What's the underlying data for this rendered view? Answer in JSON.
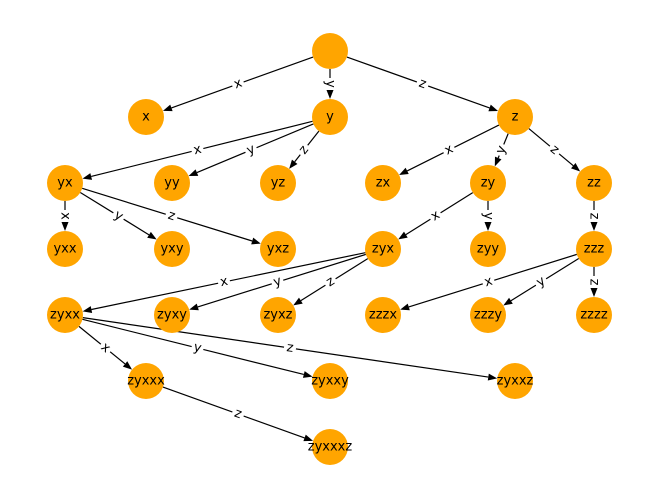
{
  "graph": {
    "node_color": "#ffa500",
    "edge_color": "#000000",
    "nodes": [
      {
        "id": "root",
        "label": ""
      },
      {
        "id": "x",
        "label": "x"
      },
      {
        "id": "y",
        "label": "y"
      },
      {
        "id": "z",
        "label": "z"
      },
      {
        "id": "yx",
        "label": "yx"
      },
      {
        "id": "yy",
        "label": "yy"
      },
      {
        "id": "yz",
        "label": "yz"
      },
      {
        "id": "zx",
        "label": "zx"
      },
      {
        "id": "zy",
        "label": "zy"
      },
      {
        "id": "zz",
        "label": "zz"
      },
      {
        "id": "yxx",
        "label": "yxx"
      },
      {
        "id": "yxy",
        "label": "yxy"
      },
      {
        "id": "yxz",
        "label": "yxz"
      },
      {
        "id": "zyx",
        "label": "zyx"
      },
      {
        "id": "zyy",
        "label": "zyy"
      },
      {
        "id": "zzz",
        "label": "zzz"
      },
      {
        "id": "zyxx",
        "label": "zyxx"
      },
      {
        "id": "zyxy",
        "label": "zyxy"
      },
      {
        "id": "zyxz",
        "label": "zyxz"
      },
      {
        "id": "zzzx",
        "label": "zzzx"
      },
      {
        "id": "zzzy",
        "label": "zzzy"
      },
      {
        "id": "zzzz",
        "label": "zzzz"
      },
      {
        "id": "zyxxx",
        "label": "zyxxx"
      },
      {
        "id": "zyxxy",
        "label": "zyxxy"
      },
      {
        "id": "zyxxz",
        "label": "zyxxz"
      },
      {
        "id": "zyxxxz",
        "label": "zyxxxz"
      }
    ],
    "edges": [
      {
        "from": "root",
        "to": "x",
        "label": "x"
      },
      {
        "from": "root",
        "to": "y",
        "label": "y"
      },
      {
        "from": "root",
        "to": "z",
        "label": "z"
      },
      {
        "from": "y",
        "to": "yx",
        "label": "x"
      },
      {
        "from": "y",
        "to": "yy",
        "label": "y"
      },
      {
        "from": "y",
        "to": "yz",
        "label": "z"
      },
      {
        "from": "z",
        "to": "zx",
        "label": "x"
      },
      {
        "from": "z",
        "to": "zy",
        "label": "y"
      },
      {
        "from": "z",
        "to": "zz",
        "label": "z"
      },
      {
        "from": "yx",
        "to": "yxx",
        "label": "x"
      },
      {
        "from": "yx",
        "to": "yxy",
        "label": "y"
      },
      {
        "from": "yx",
        "to": "yxz",
        "label": "z"
      },
      {
        "from": "zy",
        "to": "zyx",
        "label": "x"
      },
      {
        "from": "zy",
        "to": "zyy",
        "label": "y"
      },
      {
        "from": "zz",
        "to": "zzz",
        "label": "z"
      },
      {
        "from": "zyx",
        "to": "zyxx",
        "label": "x"
      },
      {
        "from": "zyx",
        "to": "zyxy",
        "label": "y"
      },
      {
        "from": "zyx",
        "to": "zyxz",
        "label": "z"
      },
      {
        "from": "zzz",
        "to": "zzzx",
        "label": "x"
      },
      {
        "from": "zzz",
        "to": "zzzy",
        "label": "y"
      },
      {
        "from": "zzz",
        "to": "zzzz",
        "label": "z"
      },
      {
        "from": "zyxx",
        "to": "zyxxx",
        "label": "x"
      },
      {
        "from": "zyxx",
        "to": "zyxxy",
        "label": "y"
      },
      {
        "from": "zyxx",
        "to": "zyxxz",
        "label": "z"
      },
      {
        "from": "zyxxx",
        "to": "zyxxxz",
        "label": "z"
      }
    ]
  }
}
